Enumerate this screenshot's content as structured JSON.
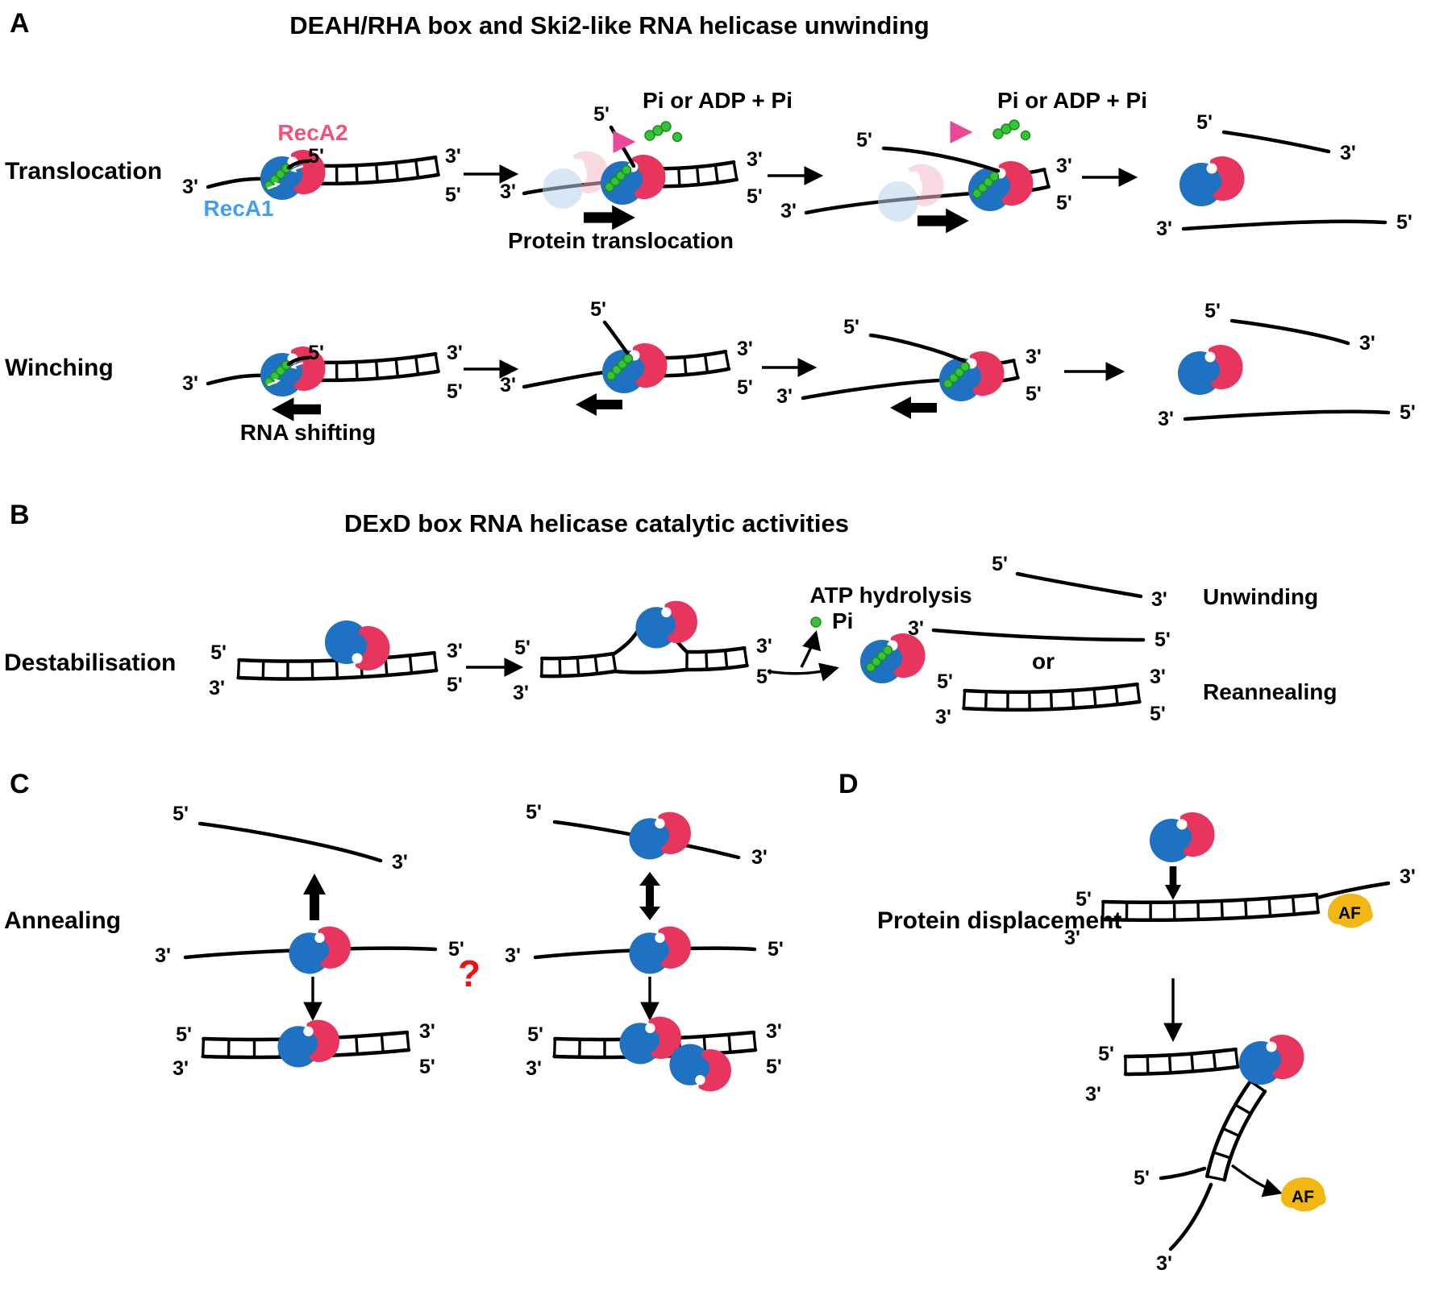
{
  "figure": {
    "panel_a": {
      "label": "A",
      "title": "DEAH/RHA box and Ski2-like RNA helicase unwinding",
      "reca2": "RecA2",
      "reca1": "RecA1",
      "row1_label": "Translocation",
      "row2_label": "Winching",
      "pi_or_adp": "Pi or ADP + Pi",
      "protein_translocation": "Protein translocation",
      "rna_shifting": "RNA shifting"
    },
    "panel_b": {
      "label": "B",
      "title": "DExD box RNA helicase catalytic activities",
      "row_label": "Destabilisation",
      "atp_hydrolysis": "ATP hydrolysis",
      "pi": "Pi",
      "unwinding": "Unwinding",
      "or": "or",
      "reannealing": "Reannealing"
    },
    "panel_c": {
      "label": "C",
      "row_label": "Annealing",
      "question_mark": "?"
    },
    "panel_d": {
      "label": "D",
      "title": "Protein displacement",
      "af": "AF"
    },
    "strand_ends": {
      "five_prime": "5'",
      "three_prime": "3'"
    },
    "colors": {
      "reca1_blue": "#1f72c2",
      "reca2_red": "#e8355e",
      "reca1_label": "#3f9ff0",
      "reca2_label": "#f1537b",
      "ghost_blue": "#b9d5f0",
      "ghost_pink": "#f6bcca",
      "atp_green": "#35c435",
      "atp_green_dark": "#1d8a1d",
      "af_yellow": "#f2b712",
      "question_red": "#ee1111",
      "gradient_pink": "#ec4899"
    }
  }
}
